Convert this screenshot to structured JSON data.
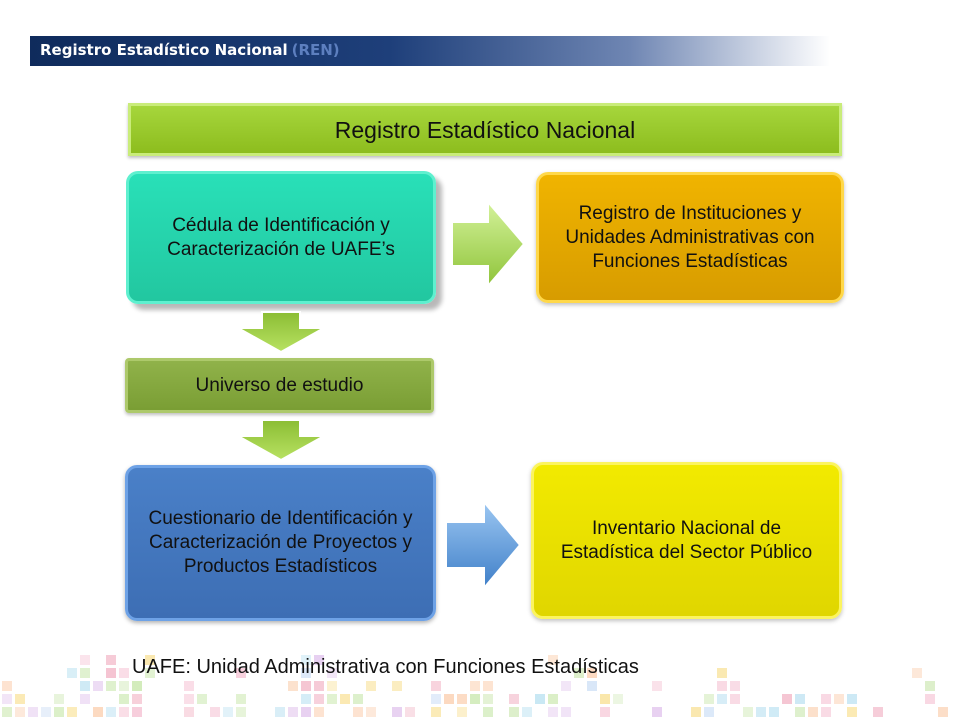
{
  "header": {
    "title": "Registro Estadístico Nacional",
    "subtitle": "(REN)"
  },
  "diagram": {
    "title": "Registro Estadístico Nacional",
    "nodes": {
      "cedula": "Cédula de Identificación y Caracterización de UAFE’s",
      "registro": "Registro de Instituciones y Unidades Administrativas con Funciones Estadísticas",
      "universo": "Universo de estudio",
      "cuestionario": "Cuestionario de Identificación y Caracterización de Proyectos y Productos Estadísticos",
      "inventario": "Inventario Nacional de Estadística  del Sector Público"
    }
  },
  "footnote": "UAFE: Unidad Administrativa con Funciones Estadísticas",
  "colors": {
    "header": "#1e3f7a",
    "title_box": "#9acb2c",
    "cedula_box": "#26d4ad",
    "registro_box": "#e5a800",
    "universo_box": "#86a83f",
    "cuestionario_box": "#4477be",
    "inventario_box": "#e9e000",
    "arrow_green": "#a7d84f",
    "arrow_blue": "#4f8fd6"
  }
}
